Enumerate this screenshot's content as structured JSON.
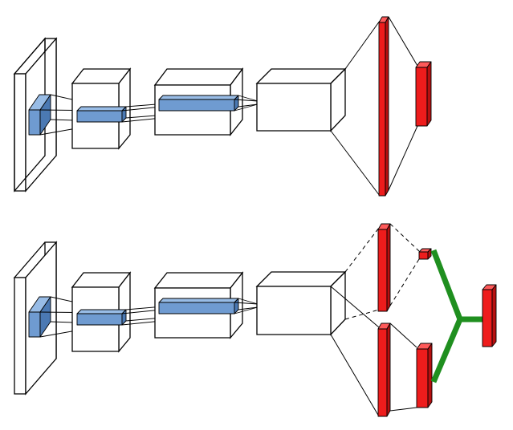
{
  "diagram": {
    "description_free": true,
    "rows": [
      {
        "id": "top",
        "layers": [
          "input-slab",
          "conv-block-1",
          "conv-block-2",
          "conv-block-3",
          "fc-layer-1",
          "fc-layer-2"
        ]
      },
      {
        "id": "bottom",
        "layers": [
          "input-slab",
          "conv-block-1",
          "conv-block-2",
          "conv-block-3",
          "fc-layer-upper",
          "fc-node-small",
          "fc-layer-lower",
          "fc-layer-lower-2",
          "merge-fork",
          "output-layer"
        ]
      }
    ],
    "colors": {
      "outline": "#000000",
      "face": "#ffffff",
      "filter": "#6f9bd1",
      "filter_side": "#4b79b3",
      "filter_top": "#98bce6",
      "fc": "#ee1c1c",
      "fc_side": "#b71010",
      "fc_top": "#ff5a5a",
      "fork": "#1f8f1f"
    }
  }
}
